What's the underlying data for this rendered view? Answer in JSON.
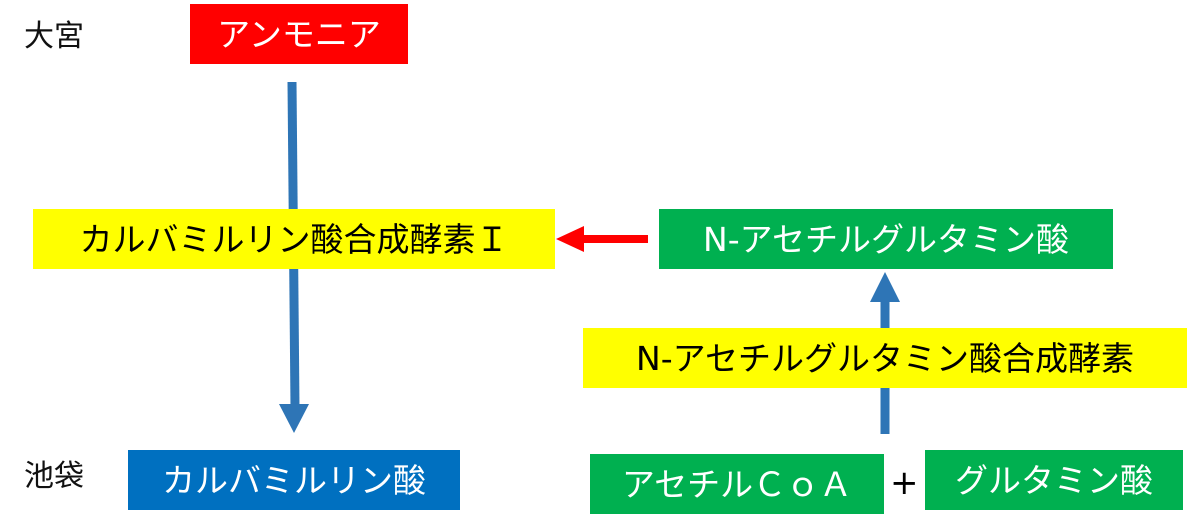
{
  "stations": {
    "top": "大宮",
    "bottom": "池袋"
  },
  "nodes": {
    "ammonia": "アンモニア",
    "enzyme_cps1": "カルバミルリン酸合成酵素Ｉ",
    "nag": "N-アセチルグルタミン酸",
    "nags_enzyme": "N-アセチルグルタミン酸合成酵素",
    "carbamoyl_phosphate": "カルバミルリン酸",
    "acetyl_coa": "アセチルＣｏＡ",
    "plus": "+",
    "glutamate": "グルタミン酸"
  },
  "colors": {
    "red": "#ff0000",
    "yellow": "#ffff00",
    "green": "#00b050",
    "blue": "#0070c0",
    "arrow_blue": "#2e75b6",
    "arrow_red": "#ff0000"
  }
}
